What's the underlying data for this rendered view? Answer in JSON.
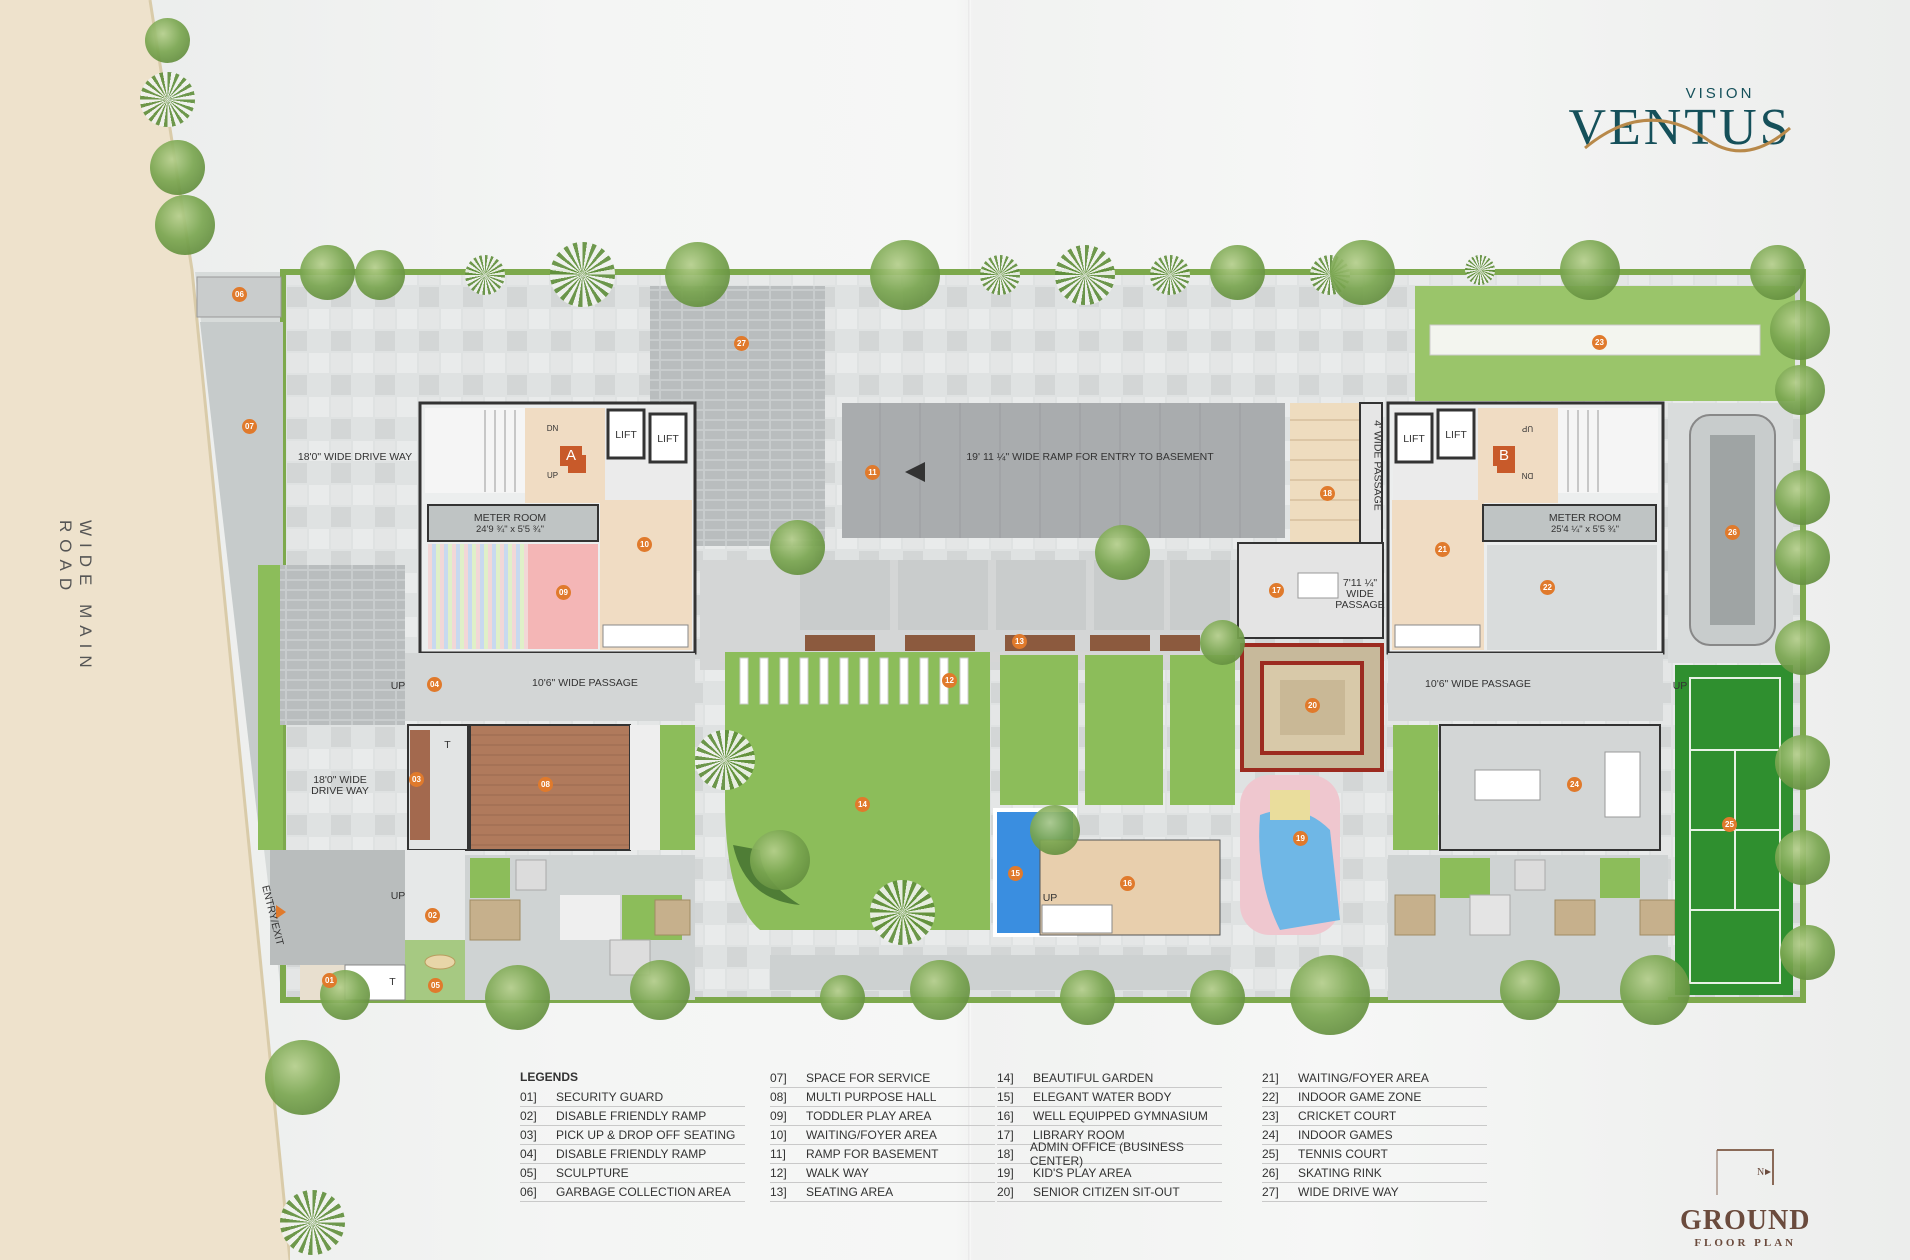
{
  "brand": {
    "sub": "VISION",
    "name": "VENTUS"
  },
  "plan_title": {
    "line1": "GROUND",
    "line2": "FLOOR PLAN"
  },
  "road_label": "WIDE MAIN ROAD",
  "entry_label": "ENTRY/EXIT",
  "colors": {
    "accent": "#e07a2c",
    "lawn": "#8cbd5a",
    "tennis": "#2f8f2f",
    "brand": "#15505a",
    "title": "#6b4b3d"
  },
  "labels": {
    "drive_way_top": "18'0\" WIDE DRIVE WAY",
    "drive_way_bottom": "18'0\" WIDE DRIVE WAY",
    "ramp_basement": "19' 11 ¼\" WIDE RAMP FOR ENTRY TO BASEMENT",
    "passage_left": "10'6\" WIDE PASSAGE",
    "passage_right": "10'6\" WIDE PASSAGE",
    "passage_4": "4' WIDE PASSAGE",
    "passage_7": "7'11 ¼\" WIDE PASSAGE",
    "meter_left": "METER ROOM",
    "meter_left_dim": "24'9 ¾\" x 5'5 ¾\"",
    "meter_right": "METER ROOM",
    "meter_right_dim": "25'4 ¼\" x 5'5 ¾\"",
    "lift": "LIFT",
    "up": "UP",
    "dn": "DN",
    "block_a": "A",
    "block_b": "B",
    "toilet": "T"
  },
  "legend": {
    "heading": "LEGENDS",
    "columns": [
      [
        {
          "num": "01]",
          "text": "SECURITY GUARD"
        },
        {
          "num": "02]",
          "text": "DISABLE FRIENDLY RAMP"
        },
        {
          "num": "03]",
          "text": "PICK UP & DROP OFF SEATING"
        },
        {
          "num": "04]",
          "text": "DISABLE FRIENDLY RAMP"
        },
        {
          "num": "05]",
          "text": "SCULPTURE"
        },
        {
          "num": "06]",
          "text": "GARBAGE COLLECTION AREA"
        }
      ],
      [
        {
          "num": "07]",
          "text": "SPACE FOR SERVICE"
        },
        {
          "num": "08]",
          "text": "MULTI PURPOSE HALL"
        },
        {
          "num": "09]",
          "text": "TODDLER PLAY AREA"
        },
        {
          "num": "10]",
          "text": "WAITING/FOYER AREA"
        },
        {
          "num": "11]",
          "text": "RAMP FOR BASEMENT"
        },
        {
          "num": "12]",
          "text": "WALK WAY"
        },
        {
          "num": "13]",
          "text": "SEATING AREA"
        }
      ],
      [
        {
          "num": "14]",
          "text": "BEAUTIFUL GARDEN"
        },
        {
          "num": "15]",
          "text": "ELEGANT WATER BODY"
        },
        {
          "num": "16]",
          "text": "WELL EQUIPPED GYMNASIUM"
        },
        {
          "num": "17]",
          "text": "LIBRARY ROOM"
        },
        {
          "num": "18]",
          "text": "ADMIN OFFICE (BUSINESS CENTER)"
        },
        {
          "num": "19]",
          "text": "KID'S PLAY AREA"
        },
        {
          "num": "20]",
          "text": "SENIOR CITIZEN SIT-OUT"
        }
      ],
      [
        {
          "num": "21]",
          "text": "WAITING/FOYER AREA"
        },
        {
          "num": "22]",
          "text": "INDOOR GAME ZONE"
        },
        {
          "num": "23]",
          "text": "CRICKET COURT"
        },
        {
          "num": "24]",
          "text": "INDOOR GAMES"
        },
        {
          "num": "25]",
          "text": "TENNIS COURT"
        },
        {
          "num": "26]",
          "text": "SKATING RINK"
        },
        {
          "num": "27]",
          "text": "WIDE DRIVE WAY"
        }
      ]
    ]
  },
  "markers": [
    "01",
    "02",
    "03",
    "04",
    "05",
    "06",
    "07",
    "08",
    "09",
    "10",
    "11",
    "12",
    "13",
    "14",
    "15",
    "16",
    "17",
    "18",
    "19",
    "20",
    "21",
    "22",
    "23",
    "24",
    "25",
    "26",
    "27"
  ]
}
